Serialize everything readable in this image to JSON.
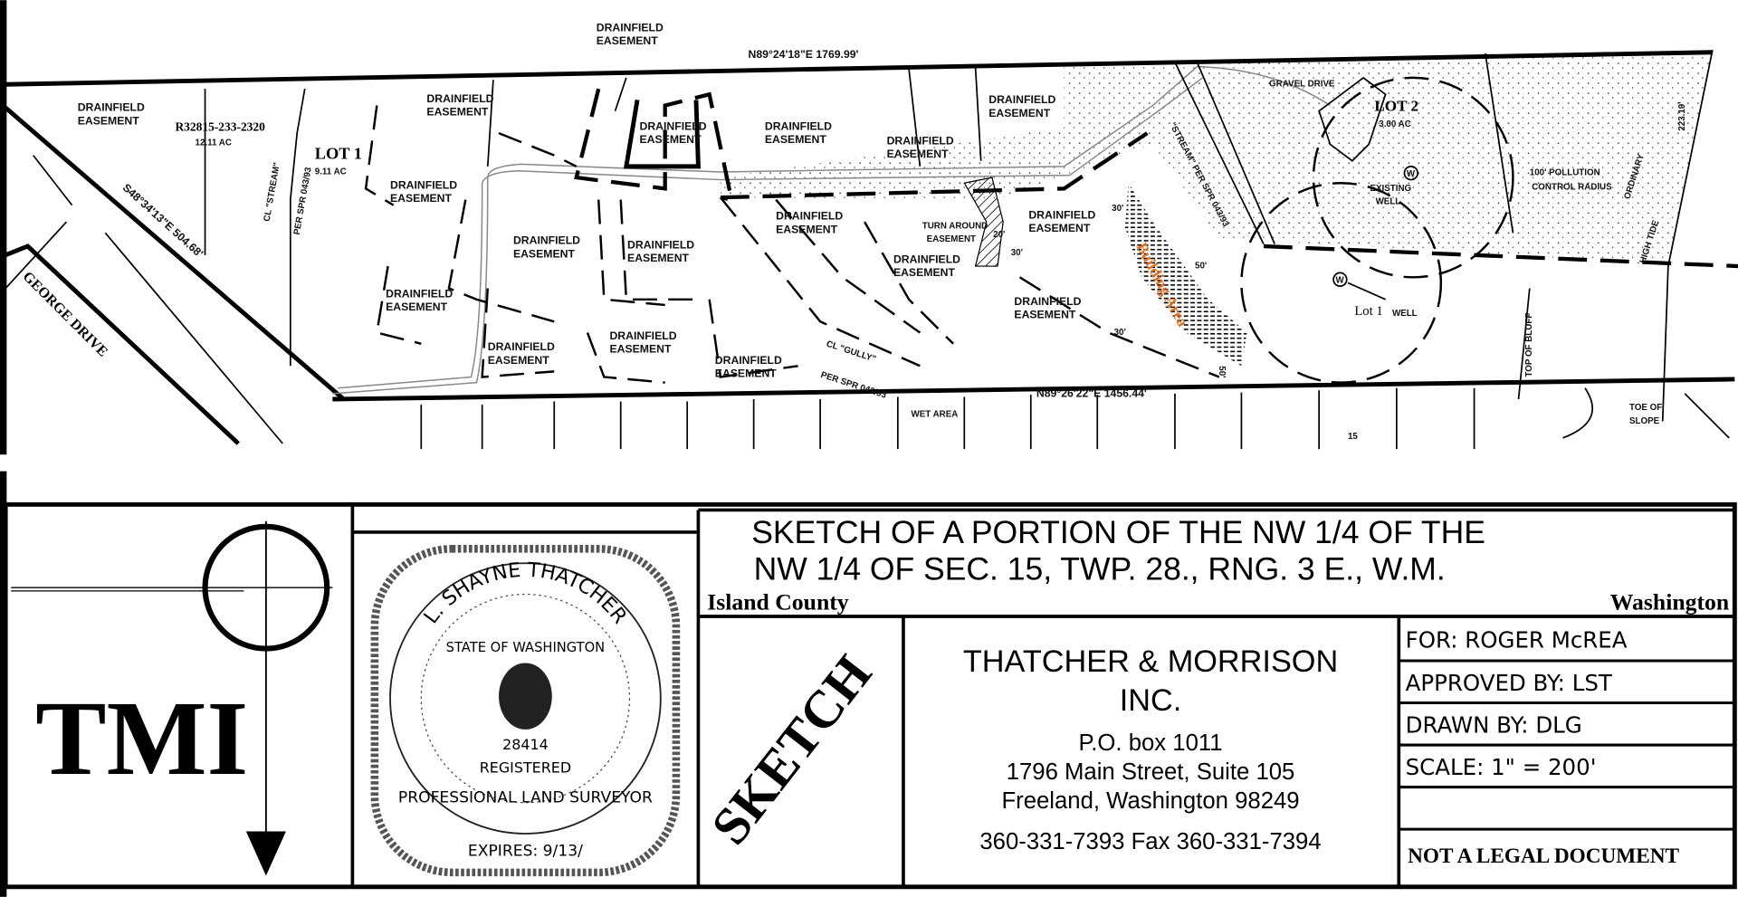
{
  "plan": {
    "bearing_north": "N89°24'18\"E 1769.99'",
    "bearing_south": "N89°26'22\"E 1456.44'",
    "bearing_west": "S48°34'13\"E 504.68'",
    "road": "GEORGE DRIVE",
    "parcel_id": "R32815-233-2320",
    "parcel_area": "12.11 AC",
    "lot1": "LOT 1",
    "lot1_area": "9.11 AC",
    "lot2": "LOT 2",
    "lot2_area": "3.00 AC",
    "stream_west_1": "CL \"STREAM\"",
    "stream_west_2": "PER SPR 043/93",
    "stream_east": "\"STREAM\" PER SPR 043/93",
    "gully_1": "CL \"GULLY\"",
    "gully_2": "PER SPR 043/93",
    "wet_area": "WET AREA",
    "gravel_drive": "GRAVEL DRIVE",
    "existing_well_1": "EXISTING",
    "existing_well_2": "WELL",
    "pollution_1": "100' POLLUTION",
    "pollution_2": "CONTROL RADIUS",
    "high_tide_1": "ORDINARY",
    "high_tide_2": "HIGH TIDE",
    "east_dim": "223.19'",
    "top_bluff": "TOP OF BLUFF",
    "toe_1": "TOE OF",
    "toe_2": "SLOPE",
    "turn_1": "TURN AROUND",
    "turn_2": "EASEMENT",
    "building_area": "Building Area",
    "lot1_well_a": "Lot 1",
    "lot1_well_b": "WELL",
    "well_symbol": "W",
    "dim_30": "30'",
    "dim_20": "20'",
    "dim_50": "50'",
    "dim_15": "15",
    "drain_1": "DRAINFIELD",
    "drain_2": "EASEMENT",
    "building_color": "#e07020"
  },
  "title_block": {
    "logo": "TMI",
    "seal": {
      "name": "L. SHAYNE THATCHER",
      "state": "STATE OF WASHINGTON",
      "number": "28414",
      "registered": "REGISTERED",
      "profession": "PROFESSIONAL LAND SURVEYOR",
      "expires": "EXPIRES: 9/13/",
      "stamp": "SKETCH"
    },
    "title_line1": "SKETCH OF A PORTION OF THE NW 1/4 OF THE",
    "title_line2": "NW 1/4 OF SEC. 15, TWP. 28., RNG. 3 E., W.M.",
    "county": "Island County",
    "state": "Washington",
    "company_1": "THATCHER & MORRISON",
    "company_2": "INC.",
    "po_box": "P.O. box 1011",
    "street": "1796 Main Street, Suite 105",
    "city": "Freeland, Washington 98249",
    "phone": "360-331-7393 Fax 360-331-7394",
    "for": "FOR: ROGER McREA",
    "approved": "APPROVED BY: LST",
    "drawn": "DRAWN BY: DLG",
    "scale": "SCALE: 1\" = 200'",
    "not_legal": "NOT A LEGAL DOCUMENT"
  }
}
